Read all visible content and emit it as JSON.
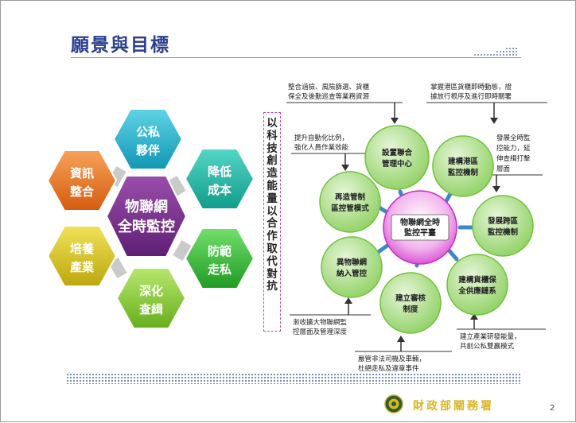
{
  "slide": {
    "title": "願景與目標",
    "page_number": "2",
    "footer_org": "財政部關務署"
  },
  "hexagons": {
    "center": {
      "line1": "物聯網",
      "line2": "全時監控",
      "color": "#7b2d8e"
    },
    "items": [
      {
        "line1": "公私",
        "line2": "夥伴",
        "color": "#1fb7cf"
      },
      {
        "line1": "降低",
        "line2": "成本",
        "color": "#1fb7a6"
      },
      {
        "line1": "防範",
        "line2": "走私",
        "color": "#39c23a"
      },
      {
        "line1": "深化",
        "line2": "查緝",
        "color": "#8ed23a"
      },
      {
        "line1": "培養",
        "line2": "產業",
        "color": "#e1d21b"
      },
      {
        "line1": "資訊",
        "line2": "整合",
        "color": "#f07a1e"
      }
    ]
  },
  "vertical_statement": "以科技創造能量以合作取代對抗",
  "diagram": {
    "center_label": {
      "line1": "物聯網全時",
      "line2": "監控平臺"
    },
    "circles": [
      {
        "line1": "設置聯合",
        "line2": "管理中心"
      },
      {
        "line1": "建構港區",
        "line2": "監控機制"
      },
      {
        "line1": "發展跨區",
        "line2": "監控機制"
      },
      {
        "line1": "建構貨櫃保",
        "line2": "全供應鏈系"
      },
      {
        "line1": "建立審核",
        "line2": "制度"
      },
      {
        "line1": "異物聯網",
        "line2": "納入管控"
      },
      {
        "line1": "再造管制",
        "line2": "區控管模式"
      }
    ],
    "notes": [
      {
        "line1": "整合涵檢、風險篩選、貨櫃",
        "line2": "保全及後勤巡查等業務資源"
      },
      {
        "line1": "掌握港區貨櫃即時動態，證",
        "line2": "據放行根序及進行即時關署"
      },
      {
        "line1": "提升自動化比例，",
        "line2": "強化人員作業效能"
      },
      {
        "line1": "發展全時監",
        "line2": "控能力，延",
        "line3": "伸查緝打擊",
        "line4": "層面"
      },
      {
        "line1": "建立產業研發能量，",
        "line2": "共創公私雙贏模式"
      },
      {
        "line1": "嚴管非法司機及車輛，",
        "line2": "杜絕走私及違章事件"
      },
      {
        "line1": "漸收擴大物聯網監",
        "line2": "控層面及管理深度"
      }
    ]
  }
}
